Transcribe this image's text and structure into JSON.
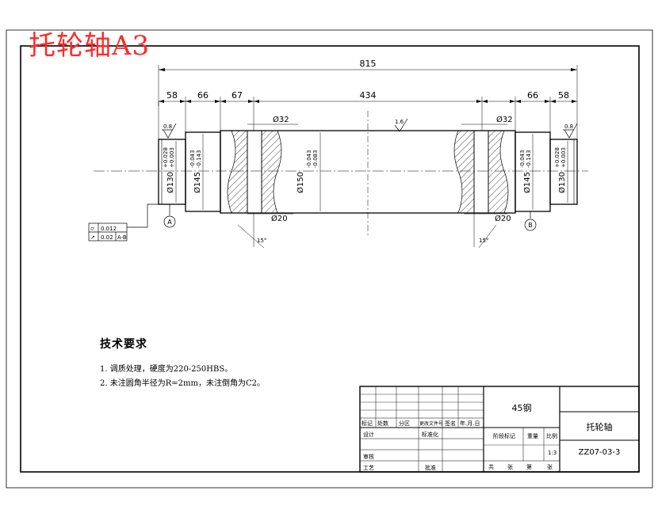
{
  "title": "托轮轴A3",
  "dimensions": {
    "overall": "815",
    "left": [
      "58",
      "66",
      "67"
    ],
    "middle": "434",
    "right": [
      "66",
      "58"
    ],
    "groove_left": "Ø32",
    "groove_right": "Ø32",
    "bore_left": "Ø20",
    "bore_right": "Ø20",
    "angle_left": "15°",
    "angle_right": "15°"
  },
  "diameters": {
    "journal_left": "Ø130",
    "journal_left_tol": [
      "+0.028",
      "+0.003"
    ],
    "seat_left": "Ø145",
    "seat_left_tol": [
      "-0.043",
      "-0.143"
    ],
    "body": "Ø150",
    "body_tol": [
      "-0.043",
      "-0.083"
    ],
    "seat_right": "Ø145",
    "seat_right_tol": [
      "-0.043",
      "-0.143"
    ],
    "journal_right": "Ø130",
    "journal_right_tol": [
      "+0.028",
      "+0.003"
    ]
  },
  "roughness": {
    "left": "0.8",
    "middle": "1.6",
    "right": "0.8"
  },
  "datums": {
    "left": "A",
    "right": "B"
  },
  "tolerance_frame": {
    "row1": {
      "symbol": "⌭",
      "value": "0.012"
    },
    "row2": {
      "symbol": "↗",
      "value": "0.02",
      "datum": "A-B"
    }
  },
  "tech": {
    "title": "技术要求",
    "items": [
      "1. 调质处理，硬度为220-250HBS。",
      "2. 未注圆角半径为R=2mm，未注倒角为C2。"
    ]
  },
  "titleblock": {
    "material": "45钢",
    "part_name": "托轮轴",
    "drawing_no": "ZZ07-03-3",
    "scale": "1:3",
    "headers": [
      "标记",
      "处数",
      "分区",
      "更改文件号",
      "签名",
      "年.月.日"
    ],
    "design": "设计",
    "standardize": "标准化",
    "review": "审核",
    "process": "工艺",
    "approve": "批准",
    "stage_mark": "阶段标记",
    "weight": "重量",
    "ratio": "比例",
    "sheets": [
      "共",
      "张",
      "第",
      "张"
    ]
  }
}
